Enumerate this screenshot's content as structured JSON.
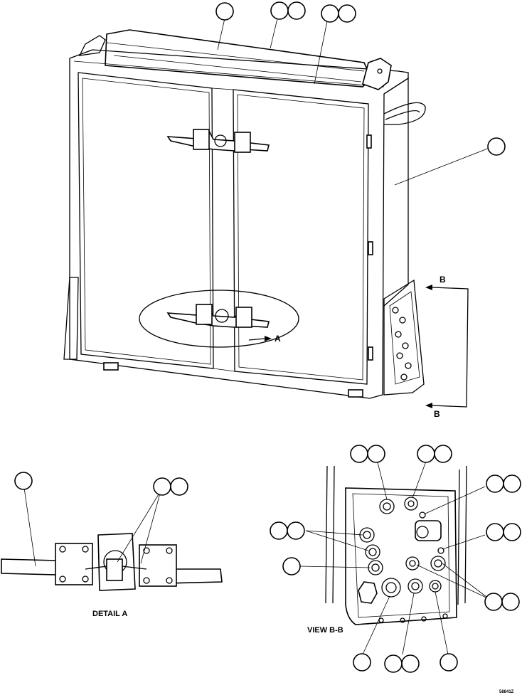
{
  "labels": {
    "detail_a": "DETAIL A",
    "view_bb": "VIEW B-B",
    "arrow_a": "A",
    "arrow_b_top": "B",
    "arrow_b_bottom": "B",
    "figure_id": "58841Z"
  }
}
